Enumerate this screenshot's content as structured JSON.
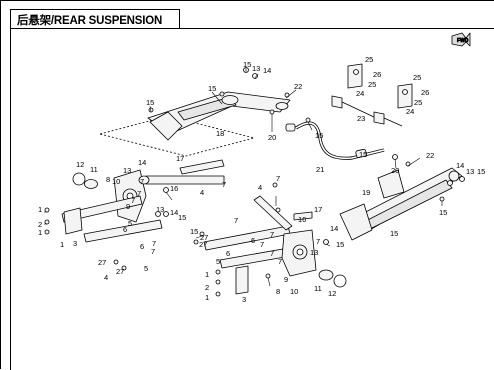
{
  "title": "后悬架/REAR SUSPENSION",
  "fwd_label": "FWD",
  "callouts": {
    "n1": "1",
    "n2": "2",
    "n3": "3",
    "n4": "4",
    "n5": "5",
    "n6": "6",
    "n7": "7",
    "n8": "8",
    "n9": "9",
    "n10": "10",
    "n11": "11",
    "n12": "12",
    "n13": "13",
    "n14": "14",
    "n15": "15",
    "n16": "16",
    "n17": "17",
    "n18": "18",
    "n19": "19",
    "n20": "20",
    "n21": "21",
    "n22": "22",
    "n23": "23",
    "n24": "24",
    "n25": "25",
    "n26": "26",
    "n27": "27"
  },
  "colors": {
    "ink": "#000000",
    "part_fill": "#f4f4f4",
    "paper": "#ffffff"
  }
}
